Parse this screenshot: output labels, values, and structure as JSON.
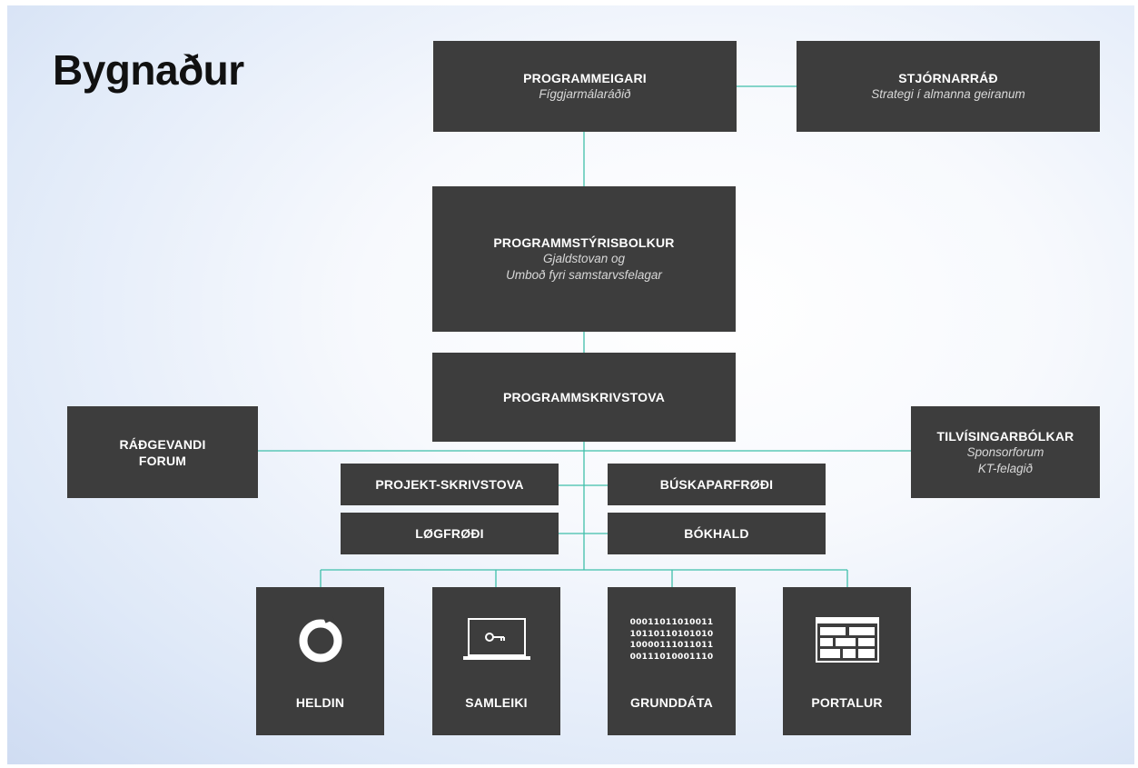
{
  "title": "Bygnaður",
  "boxes": {
    "programmeigari": {
      "name": "PROGRAMMEIGARI",
      "sub": "Fíggjarmálaráðið"
    },
    "stjornarrad": {
      "name": "STJÓRNARRÁÐ",
      "sub": "Strategi í almanna geiranum"
    },
    "styrisbolkur": {
      "name": "PROGRAMMSTÝRISBOLKUR",
      "sub1": "Gjaldstovan og",
      "sub2": "Umboð fyri samstarvsfelagar"
    },
    "skrivstova": {
      "name": "PROGRAMMSKRIVSTOVA"
    },
    "radgevandi": {
      "line1": "RÁÐGEVANDI",
      "line2": "FORUM"
    },
    "tilvisingar": {
      "name": "TILVÍSINGARBÓLKAR",
      "sub1": "Sponsorforum",
      "sub2": "KT-felagið"
    },
    "projekt": {
      "name": "PROJEKT-SKRIVSTOVA"
    },
    "buskapar": {
      "name": "BÚSKAPARFRØÐI"
    },
    "logfrodi": {
      "name": "LØGFRØÐI"
    },
    "bokhald": {
      "name": "BÓKHALD"
    }
  },
  "tiles": {
    "heldin": {
      "name": "HELDIN",
      "icon": "ring-icon"
    },
    "samleiki": {
      "name": "SAMLEIKI",
      "icon": "laptop-key-icon"
    },
    "grunddata": {
      "name": "GRUNDDÁTA",
      "icon": "binary-code",
      "binary": [
        "00011011010011",
        "10110110101010",
        "10000111011011",
        "00111010001110"
      ]
    },
    "portalur": {
      "name": "PORTALUR",
      "icon": "browser-grid-icon"
    }
  },
  "colors": {
    "box": "#3d3d3d",
    "connector": "#3fbfaa"
  }
}
